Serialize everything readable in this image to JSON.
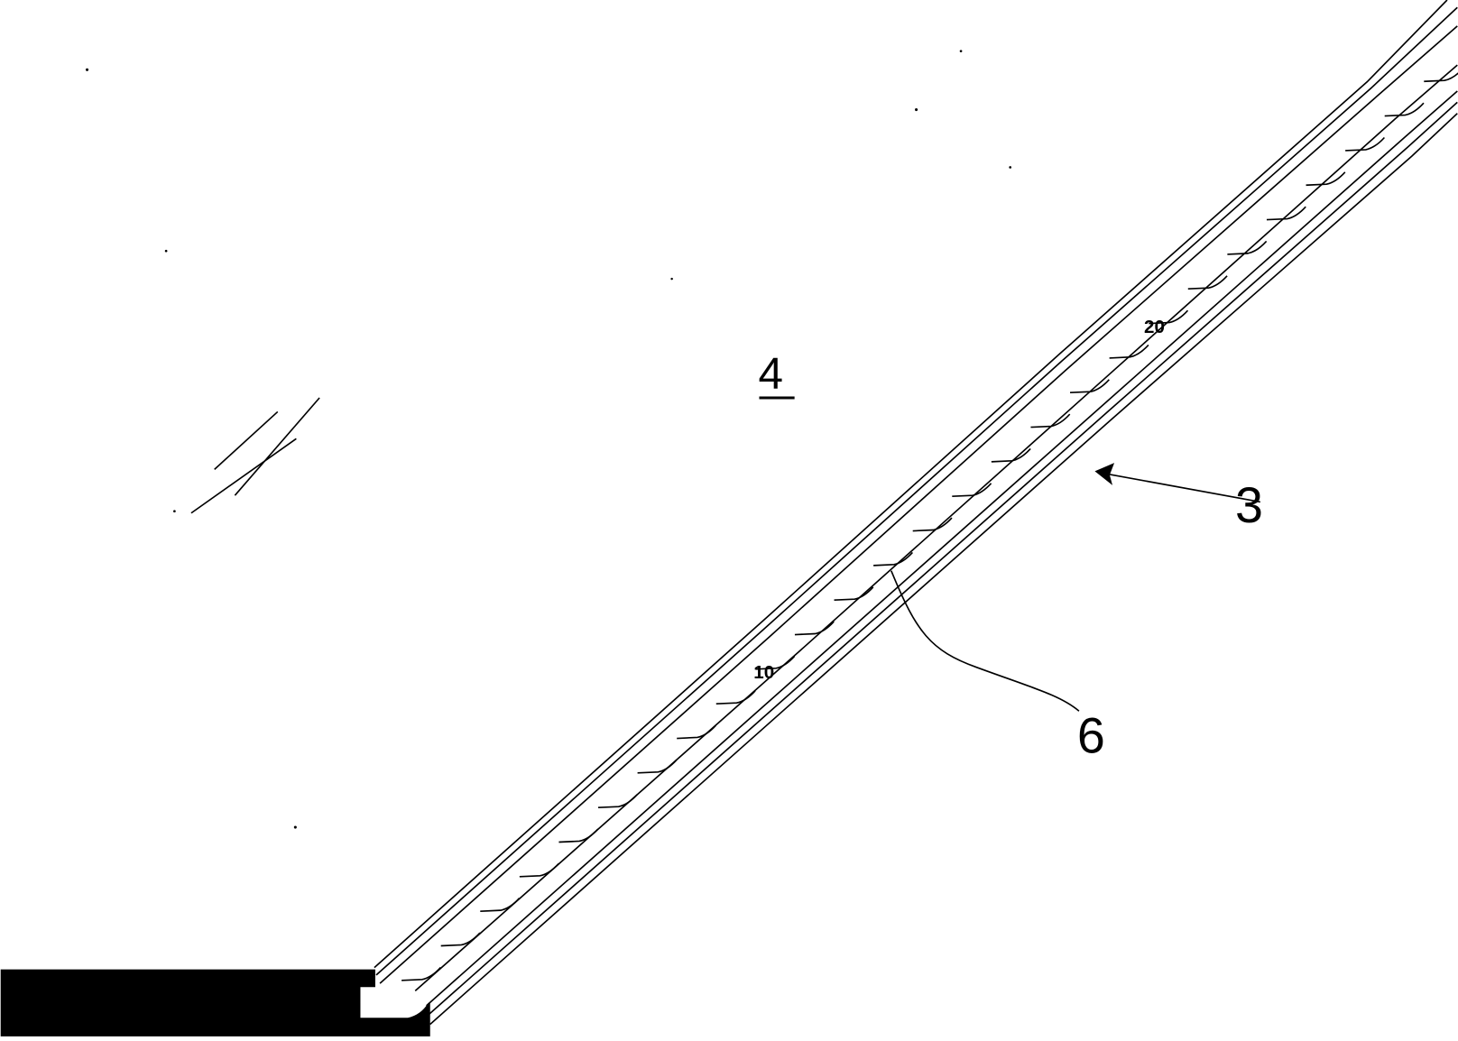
{
  "figure": {
    "labels": {
      "region": "4",
      "strip": "3",
      "graduation": "6"
    },
    "scale_marks": {
      "mark_10": "10",
      "mark_20": "20"
    },
    "colors": {
      "ink": "#000000",
      "paper": "#ffffff"
    }
  }
}
